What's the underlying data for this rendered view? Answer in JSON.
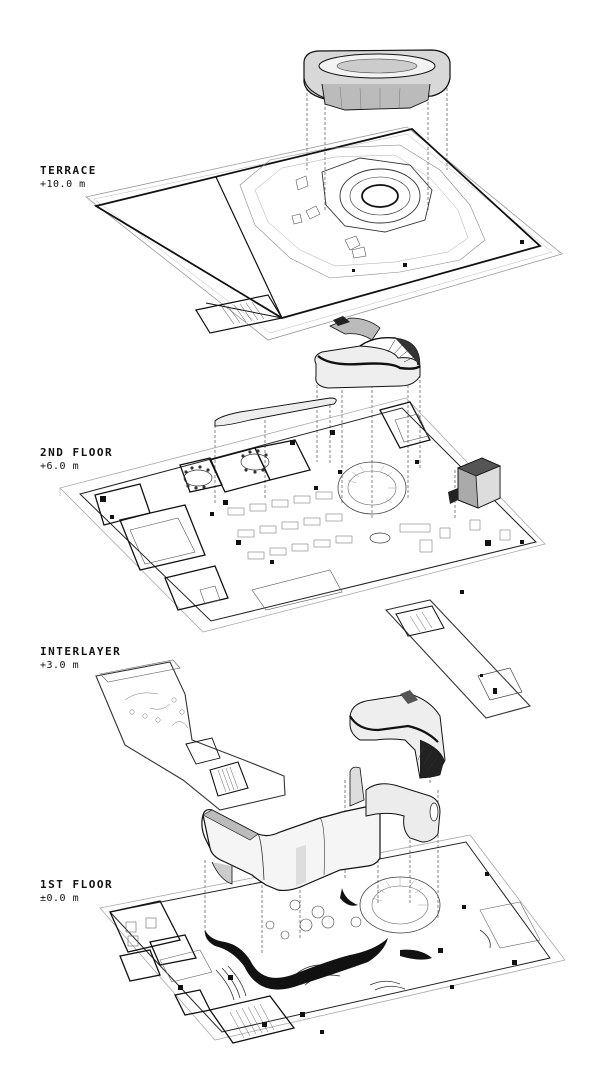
{
  "levels": [
    {
      "name": "TERRACE",
      "elevation": "+10.0 m"
    },
    {
      "name": "2ND FLOOR",
      "elevation": "+6.0 m"
    },
    {
      "name": "INTERLAYER",
      "elevation": "+3.0 m"
    },
    {
      "name": "1ST FLOOR",
      "elevation": "±0.0 m"
    }
  ],
  "colors": {
    "line": "#111111",
    "thin": "#777777",
    "faint": "#bbbbbb",
    "fill_dark": "#222222",
    "fill_mid": "#9a9a9a",
    "fill_light": "#e6e6e6"
  }
}
